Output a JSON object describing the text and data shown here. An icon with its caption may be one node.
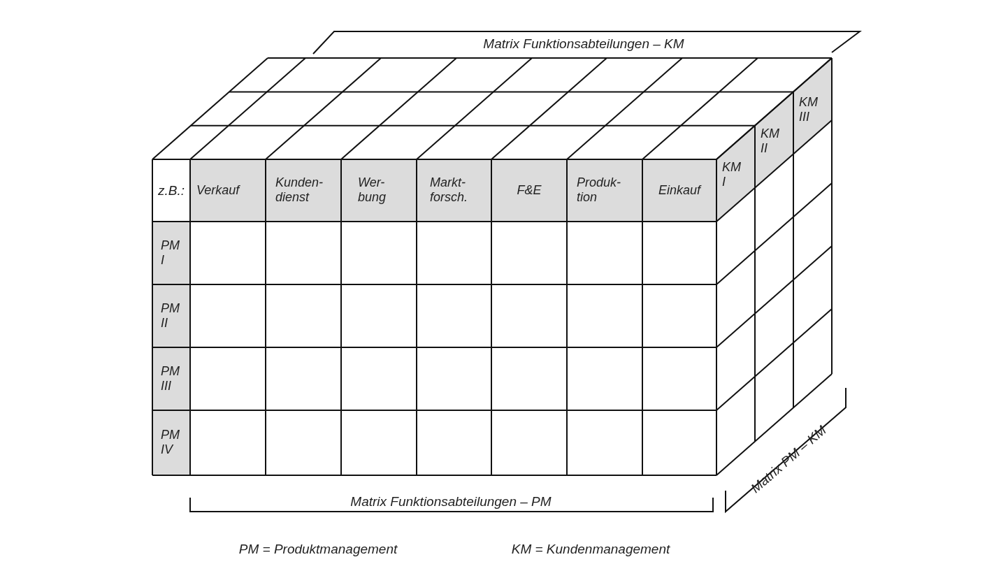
{
  "diagram": {
    "labels": [
      "Matrix Funktionsabteilungen – KM",
      "KM III",
      "KM II",
      "z.B.:",
      "Verkauf",
      "Kunden- dienst",
      "Wer- bung",
      "Markt- forsch.",
      "F&E",
      "Produk- tion",
      "Einkauf",
      "KM I",
      "PM I",
      "PM II",
      "PM III",
      "PM IV",
      "Matrix PM – KM",
      "Matrix Funktionsabteilungen – PM",
      "PM = Produktmanagement",
      "KM = Kundenmanagement"
    ]
  }
}
